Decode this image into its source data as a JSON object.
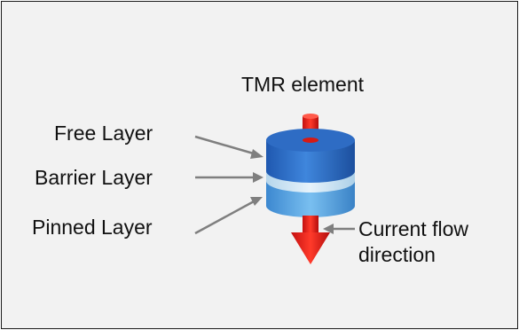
{
  "diagram": {
    "title": "TMR element",
    "labels": {
      "free_layer": "Free Layer",
      "barrier_layer": "Barrier Layer",
      "pinned_layer": "Pinned Layer",
      "current_line1": "Current flow",
      "current_line2": "direction"
    },
    "colors": {
      "background": "#f2f2f2",
      "free_layer": "#2f6fc9",
      "barrier_layer": "#c9e2f2",
      "pinned_layer": "#5aa6e6",
      "arrow": "#e8191b",
      "pointer": "#7f7f7f"
    }
  }
}
